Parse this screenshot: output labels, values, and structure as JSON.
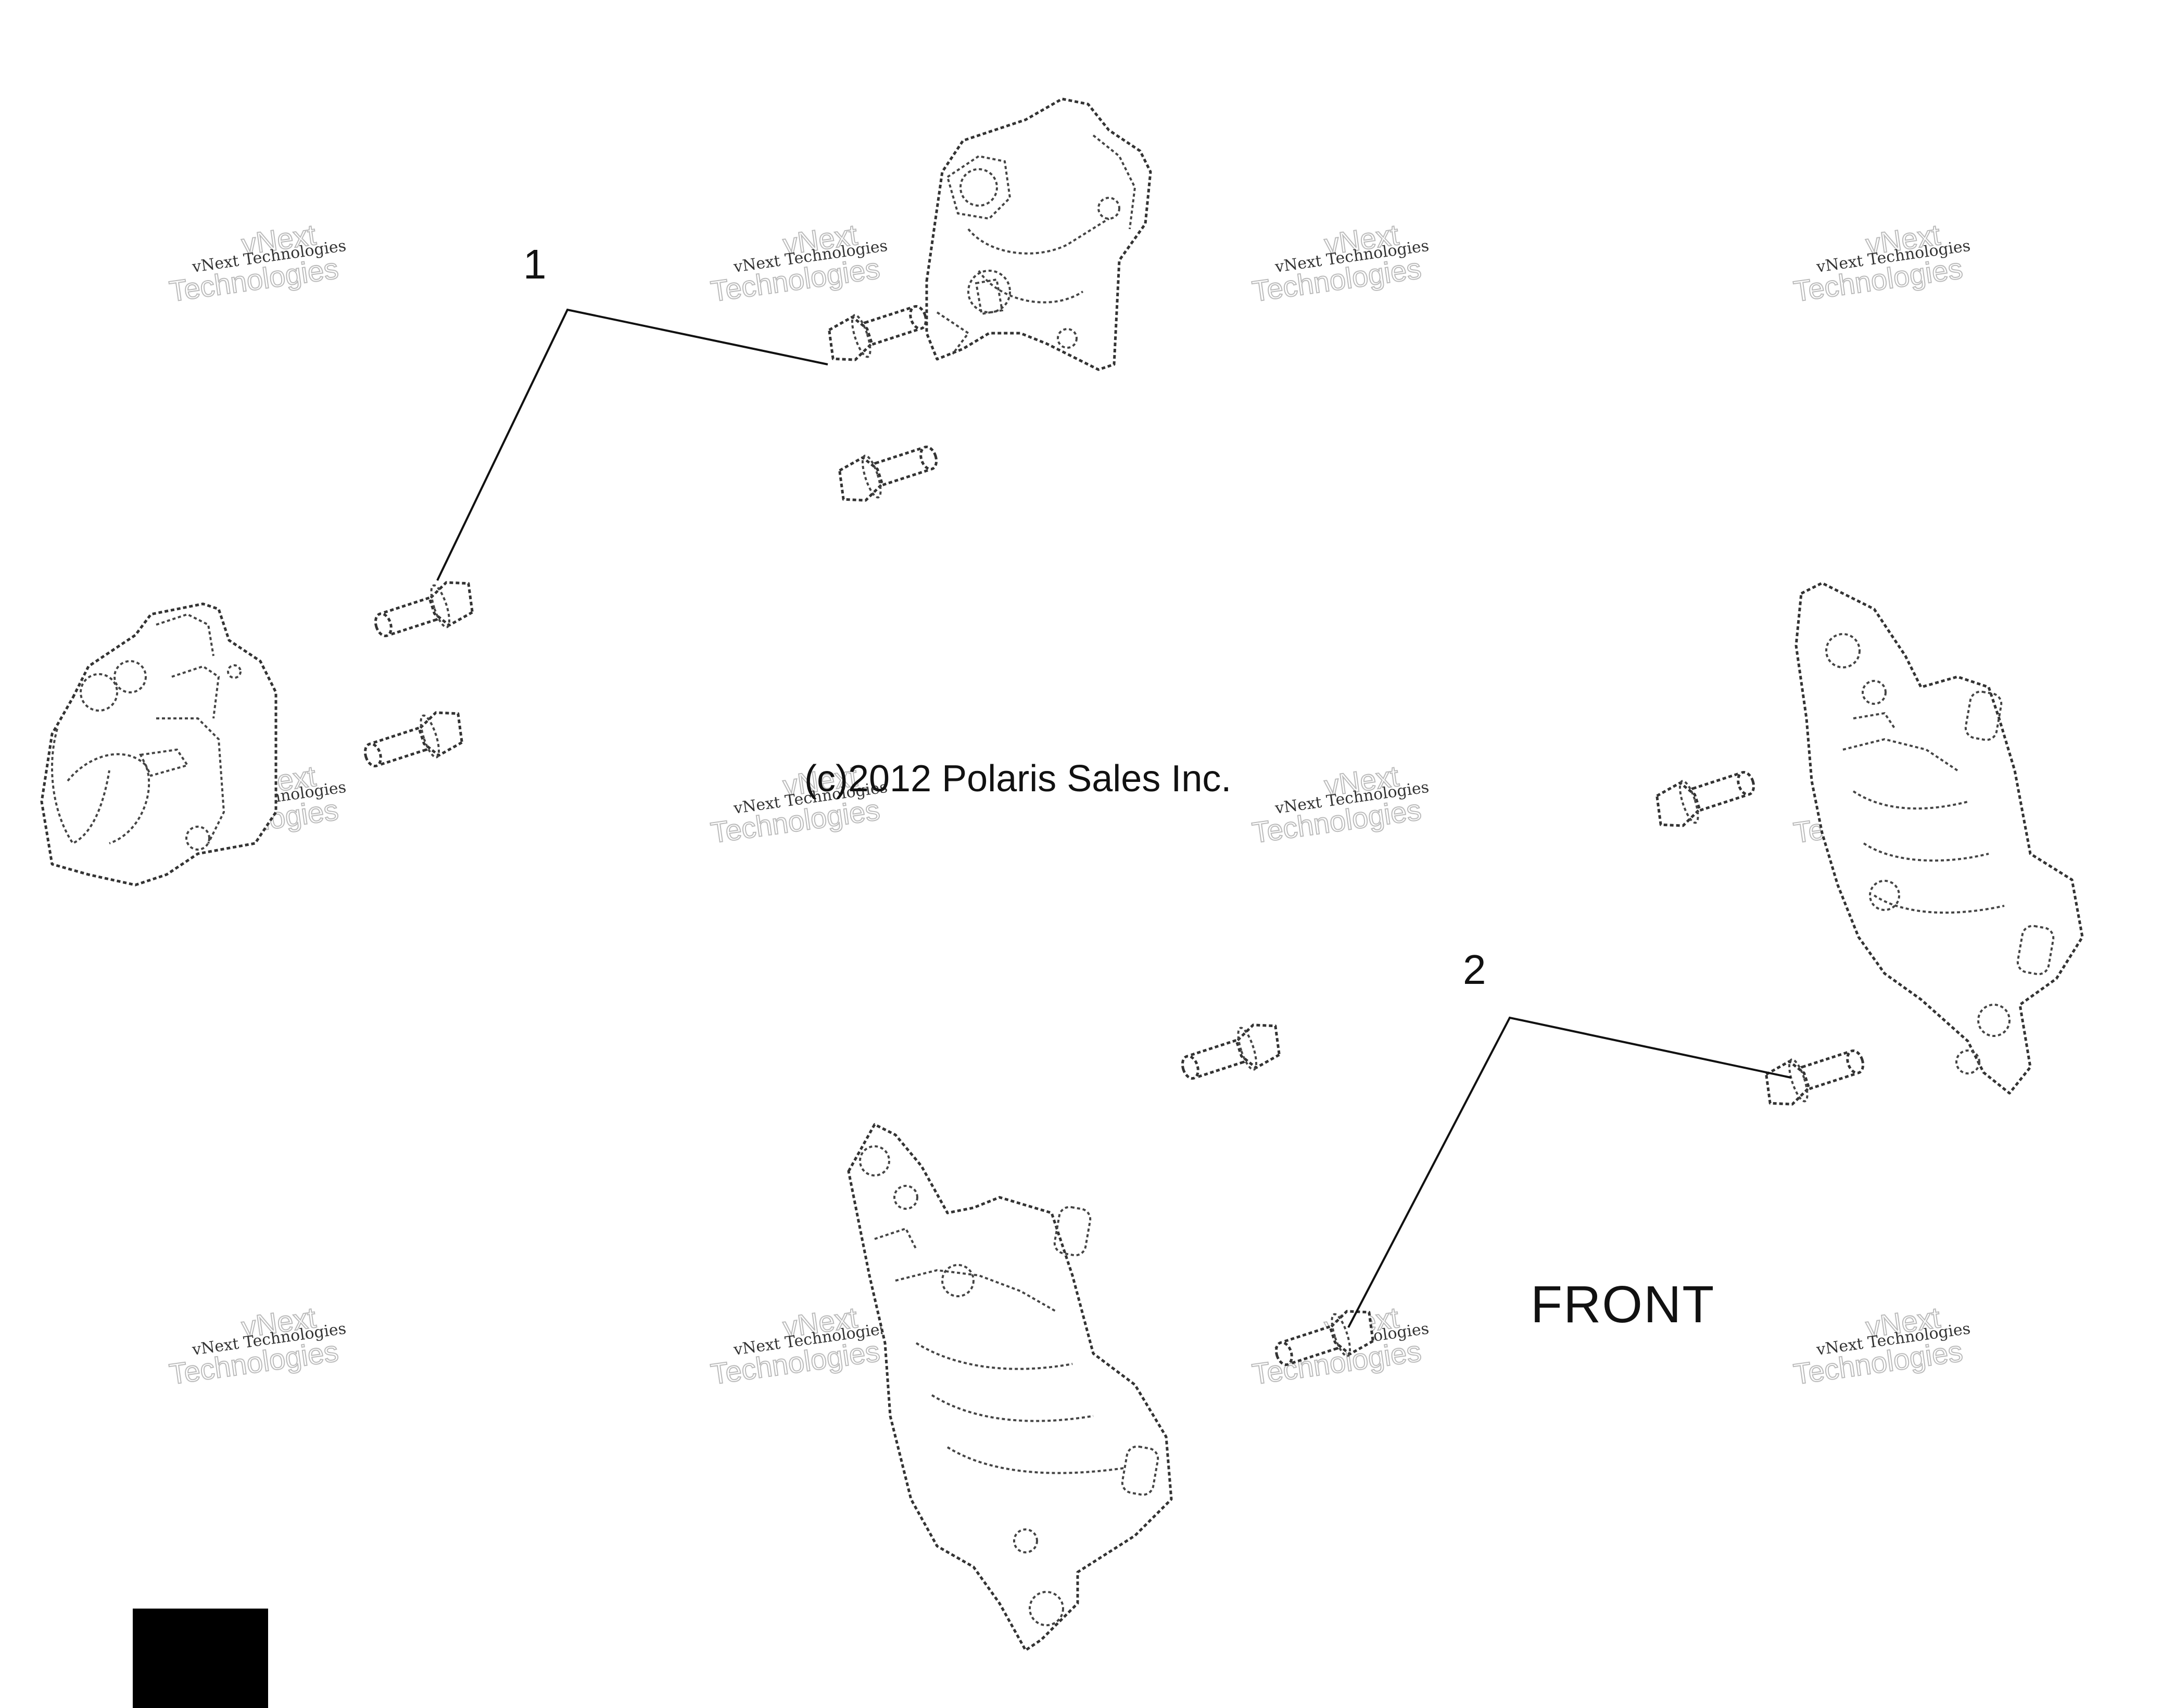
{
  "callouts": {
    "one": "1",
    "two": "2"
  },
  "copyright": "(c)2012 Polaris Sales Inc.",
  "direction_label": "FRONT",
  "watermark": {
    "line1": "vNext Technologies",
    "line2": "vNext",
    "line3": "Technologies"
  },
  "colors": {
    "line": "#333333",
    "fill": "#ffffff",
    "corner_block": "#000000"
  }
}
